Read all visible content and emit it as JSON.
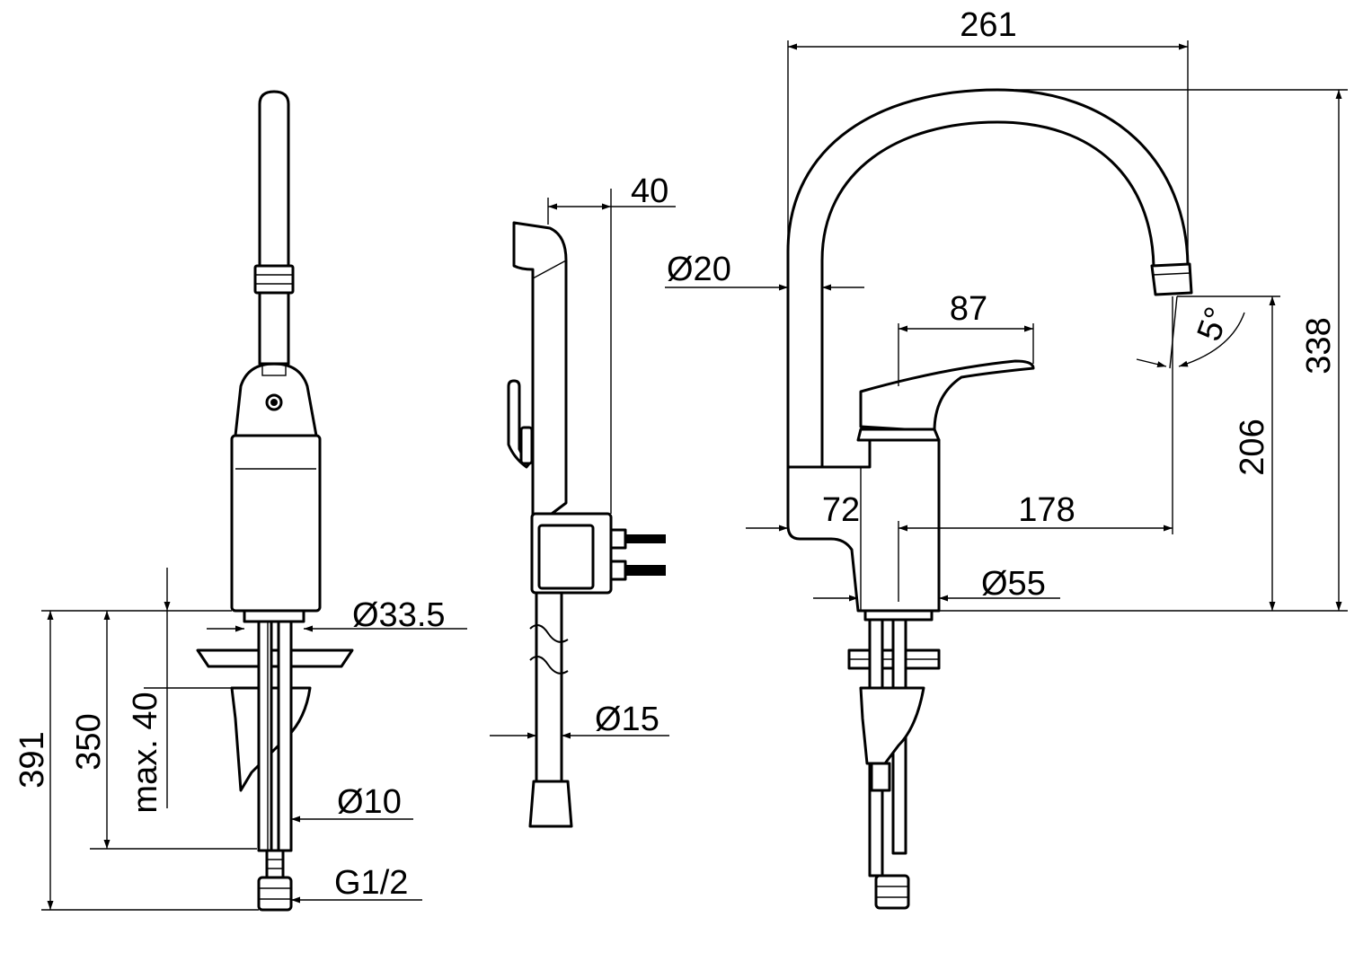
{
  "colors": {
    "stroke": "#000000",
    "background": "#ffffff"
  },
  "dimensions": {
    "width_total": "261",
    "spout_projection": "40",
    "spout_diameter": "Ø20",
    "lever_length": "87",
    "spray_angle": "5°",
    "height_total": "338",
    "outlet_height": "206",
    "body_offset": "72",
    "outlet_reach": "178",
    "body_diameter": "Ø55",
    "shank_diameter": "Ø33.5",
    "hose_diameter": "Ø15",
    "tube_diameter": "Ø10",
    "thread": "G1/2",
    "depth_total": "391",
    "depth_hose": "350",
    "max_counter": "max. 40"
  }
}
